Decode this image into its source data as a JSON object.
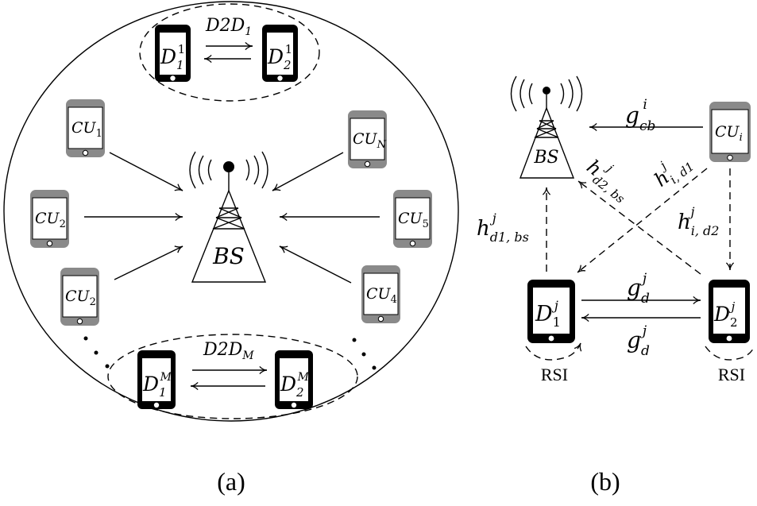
{
  "panel_a": {
    "caption": "(a)",
    "bs_label": "BS",
    "pair_top": {
      "label": "D2D",
      "label_sub": "1",
      "tx": {
        "main": "D",
        "sub": "1",
        "sup": "1"
      },
      "rx": {
        "main": "D",
        "sub": "2",
        "sup": "1"
      }
    },
    "pair_bottom": {
      "label": "D2D",
      "label_sub": "M",
      "tx": {
        "main": "D",
        "sub": "1",
        "sup": "M"
      },
      "rx": {
        "main": "D",
        "sub": "2",
        "sup": "M"
      }
    },
    "cellular_users": [
      {
        "main": "CU",
        "sub": "1"
      },
      {
        "main": "CU",
        "sub": "2"
      },
      {
        "main": "CU",
        "sub": "2"
      },
      {
        "main": "CU",
        "sub": "N"
      },
      {
        "main": "CU",
        "sub": "5"
      },
      {
        "main": "CU",
        "sub": "4"
      }
    ]
  },
  "panel_b": {
    "caption": "(b)",
    "bs_label": "BS",
    "cu": {
      "main": "CU",
      "sub": "i"
    },
    "d1": {
      "main": "D",
      "sub": "1",
      "sup": "j"
    },
    "d2": {
      "main": "D",
      "sub": "2",
      "sup": "j"
    },
    "rsi_label": "RSI",
    "links": {
      "g_cb": {
        "main": "g",
        "sub": "cb",
        "sup": "i"
      },
      "g_d_top": {
        "main": "g",
        "sub": "d",
        "sup": "j"
      },
      "g_d_bottom": {
        "main": "g",
        "sub": "d",
        "sup": "j"
      },
      "h_d1_bs": {
        "main": "h",
        "sub": "d1, bs",
        "sup": "j"
      },
      "h_d2_bs": {
        "main": "h",
        "sub": "d2, bs",
        "sup": "j"
      },
      "h_i_d1": {
        "main": "h",
        "sub": "i, d1",
        "sup": "j"
      },
      "h_i_d2": {
        "main": "h",
        "sub": "i, d2",
        "sup": "j"
      }
    }
  }
}
